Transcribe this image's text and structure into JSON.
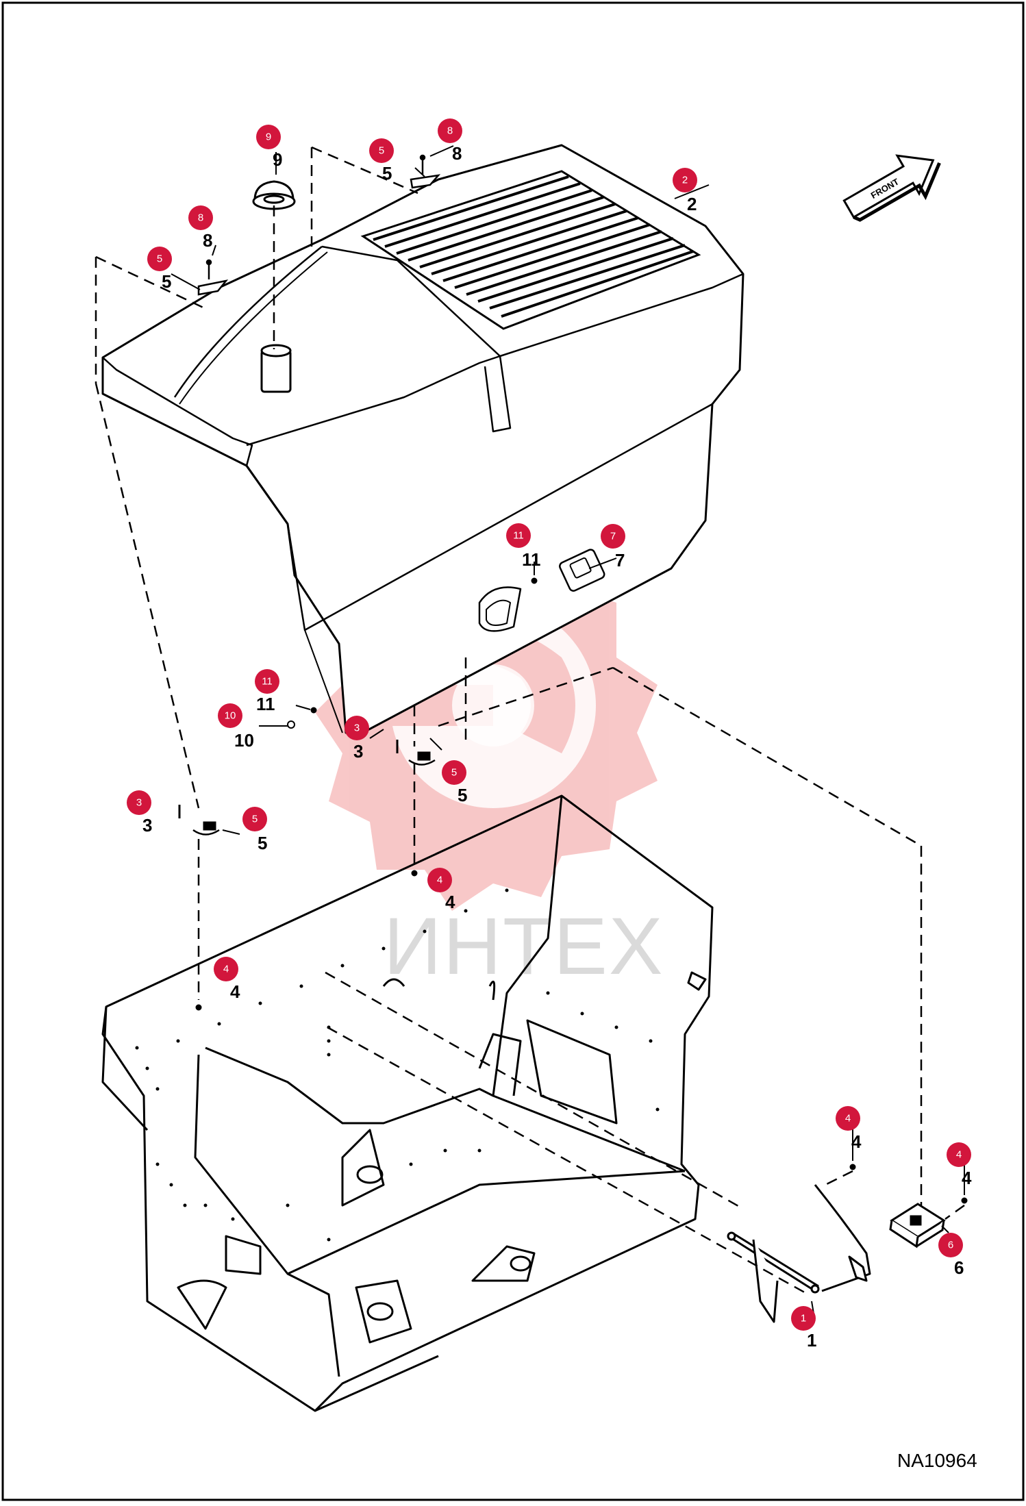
{
  "diagram": {
    "drawing_id": "NA10964",
    "watermark": "ИНТЕХ",
    "direction_label": "FRONT",
    "callout_color": "#d2163c",
    "watermark_color": "#f7b9b9",
    "callouts": [
      {
        "id": "c9",
        "num": "9"
      },
      {
        "id": "c5a",
        "num": "5"
      },
      {
        "id": "c8a",
        "num": "8"
      },
      {
        "id": "c8b",
        "num": "8"
      },
      {
        "id": "c5b",
        "num": "5"
      },
      {
        "id": "c2",
        "num": "2"
      },
      {
        "id": "c11a",
        "num": "11"
      },
      {
        "id": "c7",
        "num": "7"
      },
      {
        "id": "c11b",
        "num": "11"
      },
      {
        "id": "c10",
        "num": "10"
      },
      {
        "id": "c3a",
        "num": "3"
      },
      {
        "id": "c5c",
        "num": "5"
      },
      {
        "id": "c3b",
        "num": "3"
      },
      {
        "id": "c5d",
        "num": "5"
      },
      {
        "id": "c4a",
        "num": "4"
      },
      {
        "id": "c4b",
        "num": "4"
      },
      {
        "id": "c4c",
        "num": "4"
      },
      {
        "id": "c4d",
        "num": "4"
      },
      {
        "id": "c6",
        "num": "6"
      },
      {
        "id": "c1",
        "num": "1"
      }
    ]
  }
}
